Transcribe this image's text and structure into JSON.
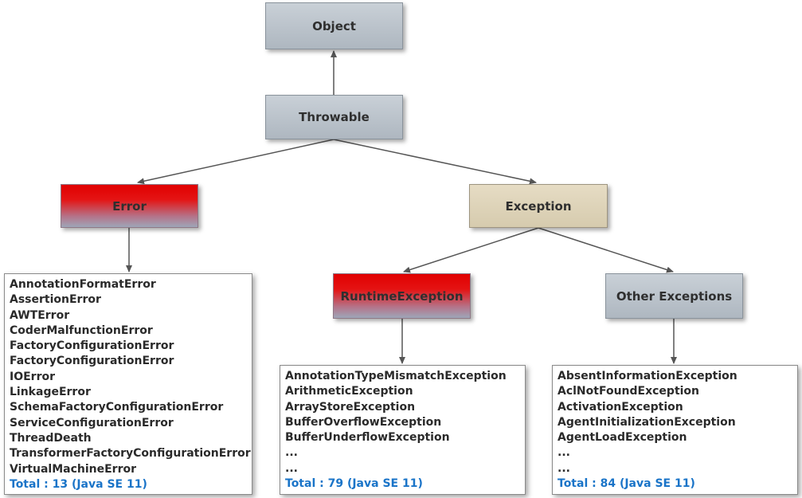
{
  "nodes": {
    "object": "Object",
    "throwable": "Throwable",
    "error": "Error",
    "exception": "Exception",
    "runtime_exception": "RuntimeException",
    "other_exceptions": "Other Exceptions"
  },
  "error_list": {
    "items": [
      "AnnotationFormatError",
      "AssertionError",
      "AWTError",
      "CoderMalfunctionError",
      "FactoryConfigurationError",
      "FactoryConfigurationError",
      "IOError",
      "LinkageError",
      "SchemaFactoryConfigurationError",
      "ServiceConfigurationError",
      "ThreadDeath",
      "TransformerFactoryConfigurationError",
      "VirtualMachineError"
    ],
    "total": "Total : 13 (Java SE 11)"
  },
  "runtime_list": {
    "items": [
      "AnnotationTypeMismatchException",
      "ArithmeticException",
      "ArrayStoreException",
      "BufferOverflowException",
      "BufferUnderflowException",
      "...",
      "..."
    ],
    "total": "Total : 79 (Java SE 11)"
  },
  "other_list": {
    "items": [
      "AbsentInformationException",
      "AclNotFoundException",
      "ActivationException",
      "AgentInitializationException",
      "AgentLoadException",
      "...",
      "..."
    ],
    "total": "Total : 84  (Java SE 11)"
  },
  "colors": {
    "gray_node": "#aeb7c0",
    "error_red": "#e10000",
    "exception_tan": "#e6dcc4",
    "total_blue": "#1a74c8",
    "edge": "#555555"
  }
}
